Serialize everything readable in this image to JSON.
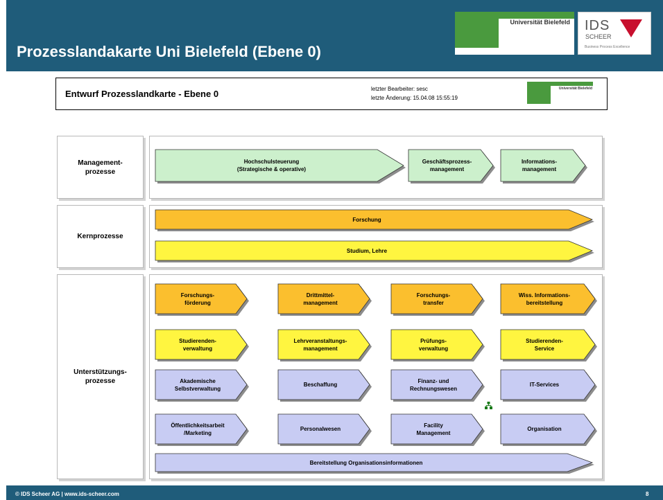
{
  "slide": {
    "title": "Prozesslandakarte Uni Bielefeld (Ebene 0)",
    "uni_logo_text": "Universität Bielefeld",
    "ids_logo": {
      "name": "IDS",
      "sub": "SCHEER",
      "tagline": "Business Process Excellence"
    },
    "footer_left": "© IDS Scheer AG | www.ids-scheer.com",
    "page_number": "8"
  },
  "document": {
    "title": "Entwurf Prozesslandkarte - Ebene 0",
    "editor_line": "letzter Bearbeiter: sesc",
    "changed_line": "letzte Änderung: 15.04.08 15:55:19",
    "logo_text": "Universität Bielefeld"
  },
  "colors": {
    "header": "#1f5c7a",
    "green": "#ccf0cc",
    "orange": "#fbbf2e",
    "yellow": "#fff540",
    "lavender": "#c8ccf3"
  },
  "rows": {
    "management": {
      "label": "Management-\nprozesse",
      "items": [
        {
          "text": "Hochschulsteuerung\n(Strategische & operative)",
          "color": "green"
        },
        {
          "text": "Geschäftsprozess-\nmanagement",
          "color": "green"
        },
        {
          "text": "Informations-\nmanagement",
          "color": "green"
        }
      ]
    },
    "kern": {
      "label": "Kernprozesse",
      "items": [
        {
          "text": "Forschung",
          "color": "orange"
        },
        {
          "text": "Studium, Lehre",
          "color": "yellow"
        }
      ]
    },
    "support": {
      "label": "Unterstützungs-\nprozesse",
      "items": [
        {
          "text": "Forschungs-\nförderung",
          "color": "orange"
        },
        {
          "text": "Drittmittel-\nmanagement",
          "color": "orange"
        },
        {
          "text": "Forschungs-\ntransfer",
          "color": "orange"
        },
        {
          "text": "Wiss. Informations-\nbereitstellung",
          "color": "orange"
        },
        {
          "text": "Studierenden-\nverwaltung",
          "color": "yellow"
        },
        {
          "text": "Lehrveranstaltungs-\nmanagement",
          "color": "yellow"
        },
        {
          "text": "Prüfungs-\nverwaltung",
          "color": "yellow"
        },
        {
          "text": "Studierenden-\nService",
          "color": "yellow"
        },
        {
          "text": "Akademische\nSelbstverwaltung",
          "color": "lavender"
        },
        {
          "text": "Beschaffung",
          "color": "lavender"
        },
        {
          "text": "Finanz- und\nRechnungswesen",
          "color": "lavender"
        },
        {
          "text": "IT-Services",
          "color": "lavender"
        },
        {
          "text": "Öffentlichkeitsarbeit\n/Marketing",
          "color": "lavender"
        },
        {
          "text": "Personalwesen",
          "color": "lavender"
        },
        {
          "text": "Facility\nManagement",
          "color": "lavender"
        },
        {
          "text": "Organisation",
          "color": "lavender"
        },
        {
          "text": "Bereitstellung Organisationsinformationen",
          "color": "lavender"
        }
      ]
    }
  }
}
